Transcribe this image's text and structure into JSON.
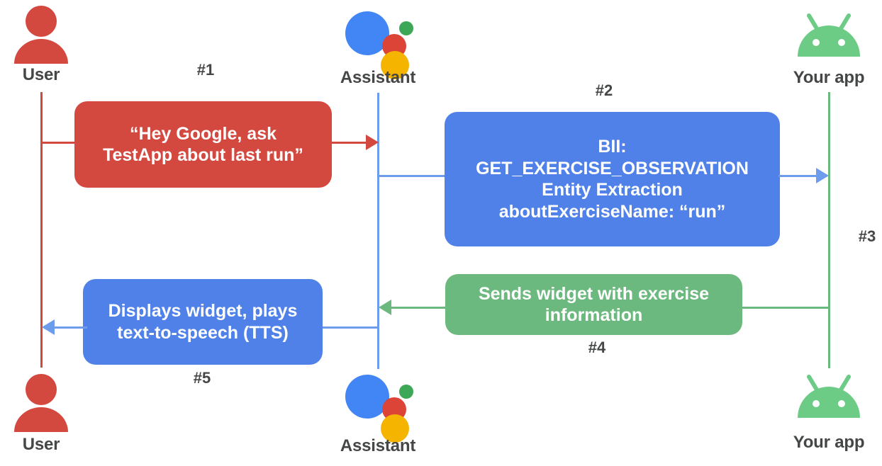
{
  "diagram": {
    "title": "Google Assistant App Action sequence",
    "colors": {
      "user_red": "#D3493F",
      "assistant_blue": "#4F81E8",
      "line_blue": "#6C9CEB",
      "app_green": "#6CB97F",
      "label_gray": "#444746",
      "background": "#FFFFFF",
      "dot_blue": "#4285F4",
      "dot_red": "#DB4437",
      "dot_green": "#3DA758",
      "dot_yellow": "#F4B400"
    }
  },
  "actors": {
    "user_top": {
      "label": "User",
      "icon": "user-person-icon"
    },
    "assistant_top": {
      "label": "Assistant",
      "icon": "google-assistant-dots-icon"
    },
    "app_top": {
      "label": "Your app",
      "icon": "android-robot-icon"
    },
    "user_bottom": {
      "label": "User",
      "icon": "user-person-icon"
    },
    "assistant_bottom": {
      "label": "Assistant",
      "icon": "google-assistant-dots-icon"
    },
    "app_bottom": {
      "label": "Your app",
      "icon": "android-robot-icon"
    }
  },
  "steps": {
    "s1": {
      "number": "#1",
      "text": "“Hey Google, ask\nTestApp about last run”",
      "color": "red",
      "from": "User",
      "to": "Assistant"
    },
    "s2": {
      "number": "#2",
      "text": "BII:\nGET_EXERCISE_OBSERVATION\nEntity Extraction\naboutExerciseName: “run”",
      "color": "blue",
      "from": "Assistant",
      "to": "Your app"
    },
    "s3": {
      "number": "#3",
      "text": "",
      "color": "green",
      "from": "Your app",
      "to": "Your app"
    },
    "s4": {
      "number": "#4",
      "text": "Sends widget with exercise\ninformation",
      "color": "green",
      "from": "Your app",
      "to": "Assistant"
    },
    "s5": {
      "number": "#5",
      "text": "Displays widget, plays\ntext-to-speech (TTS)",
      "color": "blue",
      "from": "Assistant",
      "to": "User"
    }
  }
}
